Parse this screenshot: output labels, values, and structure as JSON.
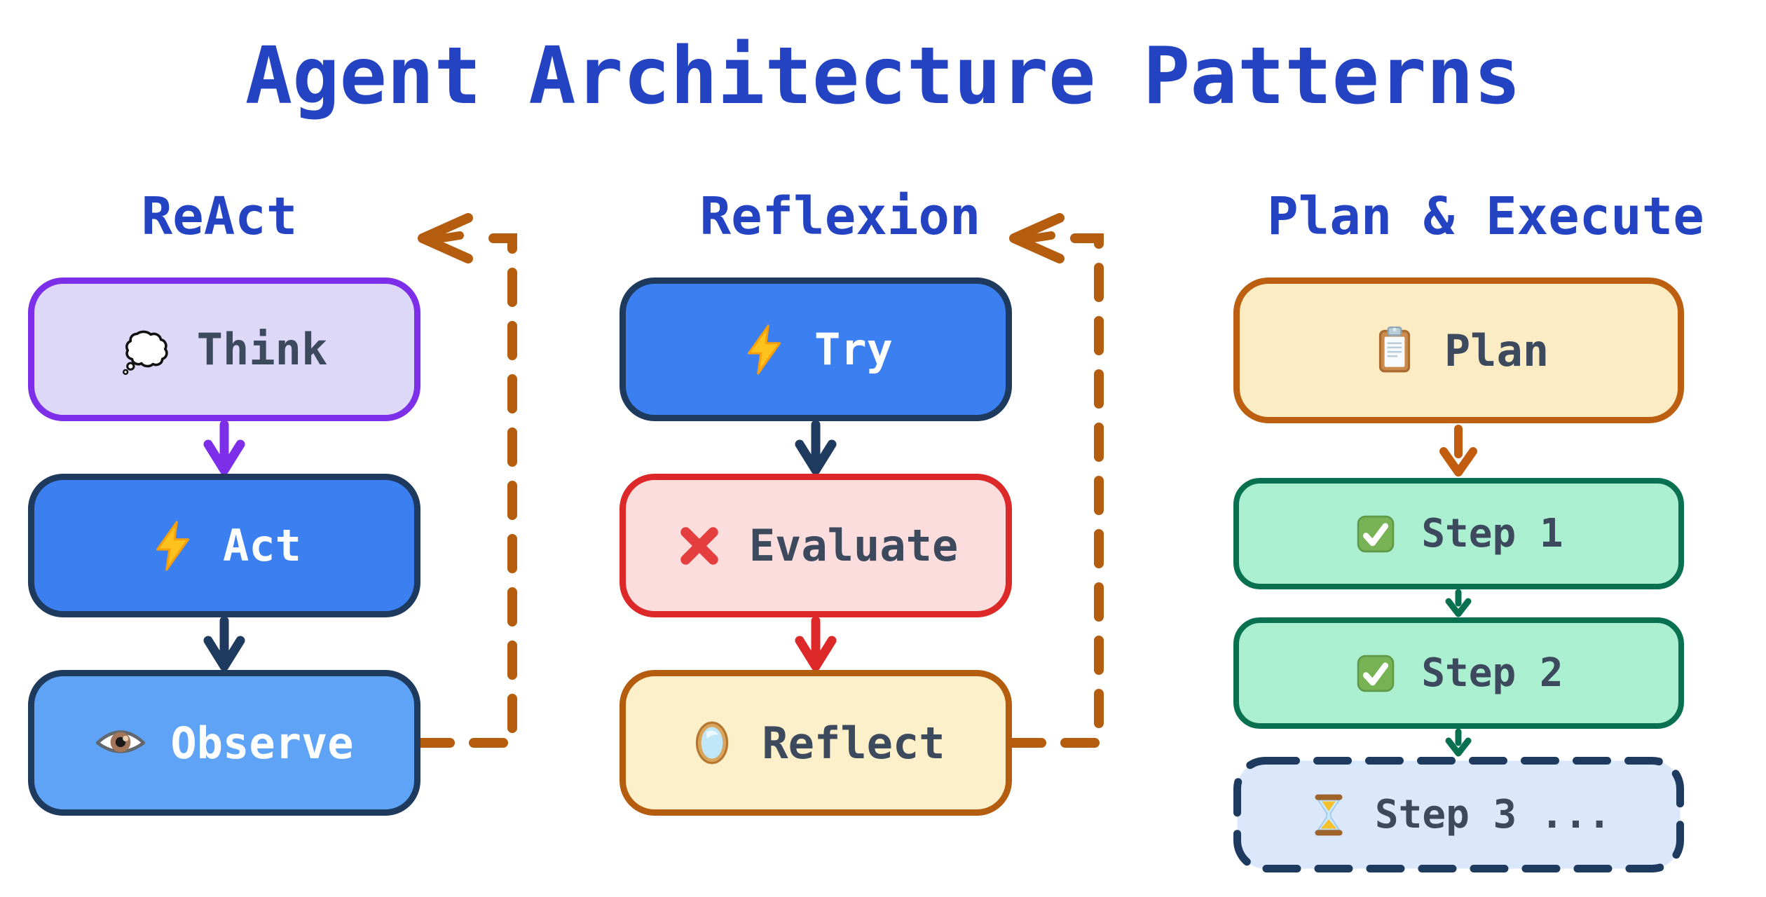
{
  "title": "Agent Architecture Patterns",
  "colors": {
    "heading_blue": "#2343c3",
    "navy": "#1e3a5e",
    "purple": "#7c2ee8",
    "red": "#dc2828",
    "orange_brown": "#b45d0e",
    "green": "#0a7150",
    "box_text_dark": "#3d4a5e",
    "box_text_light": "#ffffff"
  },
  "columns": [
    {
      "heading": "ReAct",
      "nodes": [
        {
          "label": "Think",
          "icon": "thought-balloon"
        },
        {
          "label": "Act",
          "icon": "lightning-zap"
        },
        {
          "label": "Observe",
          "icon": "eye"
        }
      ],
      "feedback_loop": "dashed orange line from Observe back up to ReAct"
    },
    {
      "heading": "Reflexion",
      "nodes": [
        {
          "label": "Try",
          "icon": "lightning-zap"
        },
        {
          "label": "Evaluate",
          "icon": "cross-mark"
        },
        {
          "label": "Reflect",
          "icon": "mirror"
        }
      ],
      "feedback_loop": "dashed orange line from Reflect back up to Reflexion"
    },
    {
      "heading": "Plan & Execute",
      "nodes": [
        {
          "label": "Plan",
          "icon": "clipboard"
        },
        {
          "label": "Step 1",
          "icon": "check-mark-button"
        },
        {
          "label": "Step 2",
          "icon": "check-mark-button"
        },
        {
          "label": "Step 3 ...",
          "icon": "hourglass"
        }
      ]
    }
  ]
}
